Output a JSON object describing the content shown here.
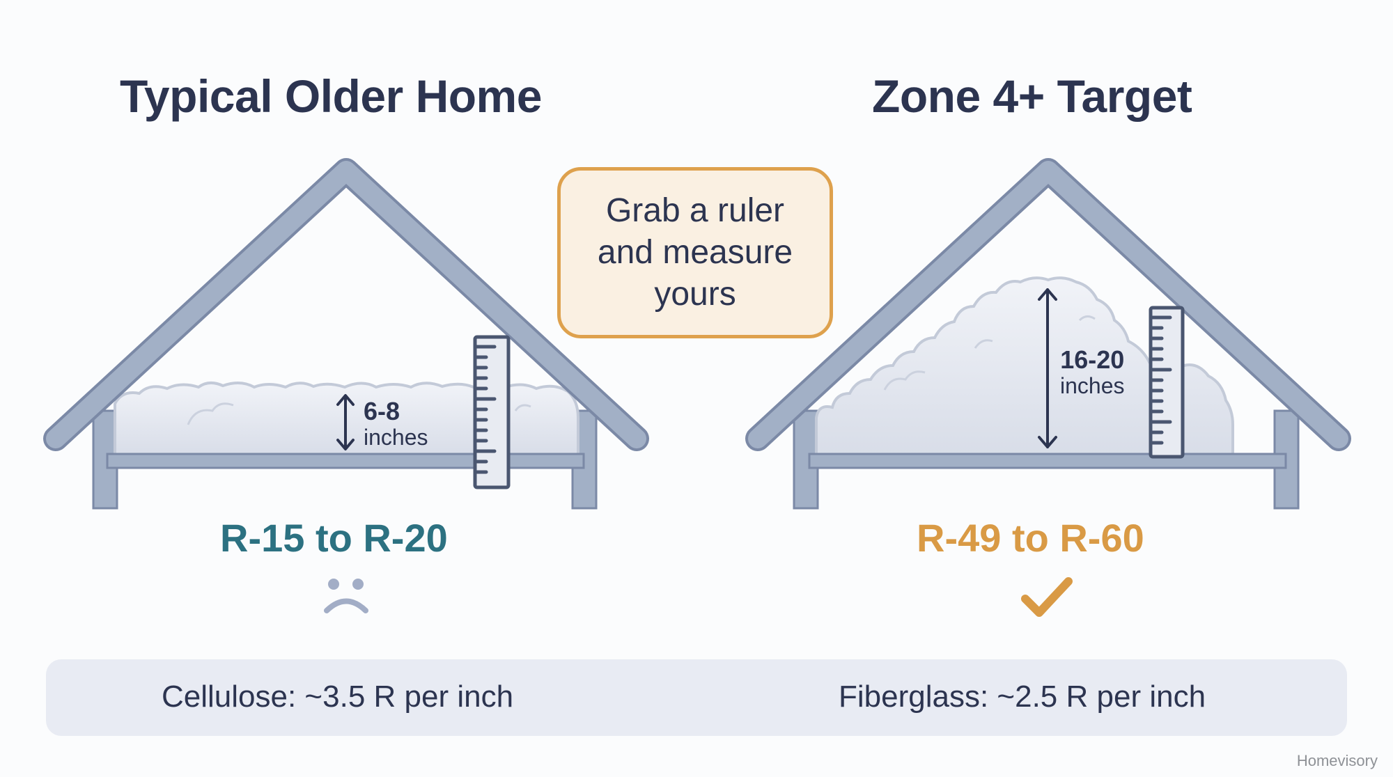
{
  "titles": {
    "left": "Typical Older Home",
    "right": "Zone 4+ Target"
  },
  "callout": {
    "text": "Grab a ruler and measure yours"
  },
  "left_panel": {
    "depth_value": "6-8",
    "depth_unit": "inches",
    "rating": "R-15 to R-20",
    "rating_color": "#2c7181",
    "status_icon": "sad-face-icon"
  },
  "right_panel": {
    "depth_value": "16-20",
    "depth_unit": "inches",
    "rating": "R-49 to R-60",
    "rating_color": "#d99a45",
    "status_icon": "checkmark-icon"
  },
  "info_bar": {
    "left": "Cellulose: ~3.5 R per inch",
    "right": "Fiberglass: ~2.5 R per inch"
  },
  "brand": "Homevisory",
  "colors": {
    "heading": "#2c3450",
    "frame": "#a2b0c6",
    "frame_stroke": "#7b89a6",
    "insulation": "#e6e9f1",
    "callout_border": "#dea14d",
    "callout_fill": "#faf0e2",
    "info_bar": "#e8ebf3"
  }
}
